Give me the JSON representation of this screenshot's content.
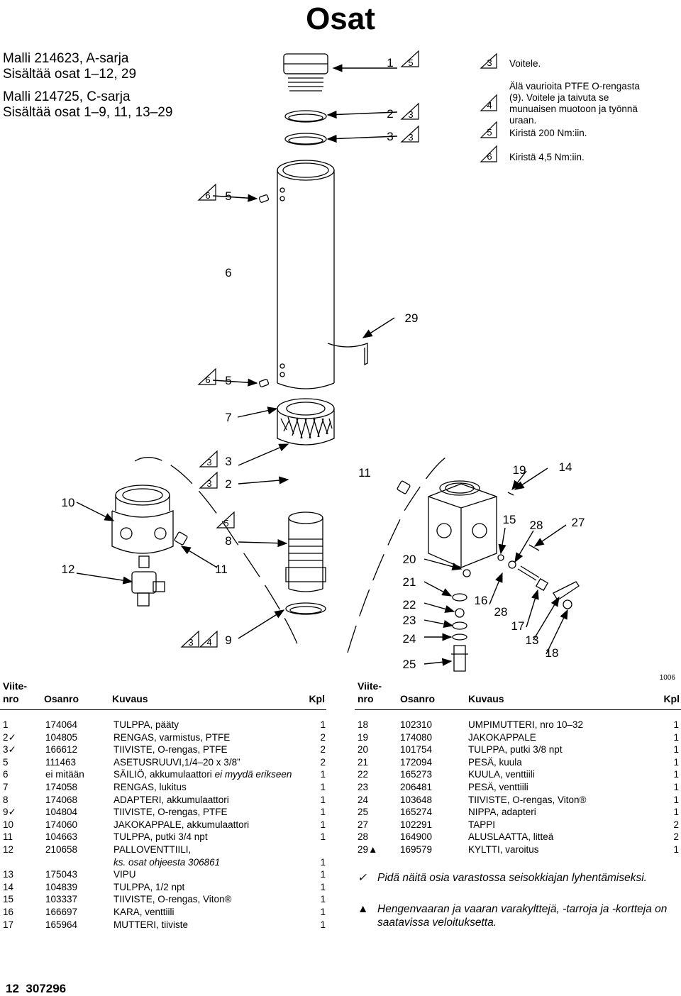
{
  "page_title": "Osat",
  "models": [
    {
      "name": "Malli 214623, A-sarja",
      "contents": "Sisältää osat 1–12, 29"
    },
    {
      "name": "Malli 214725, C-sarja",
      "contents": "Sisältää osat 1–9, 11, 13–29"
    }
  ],
  "notes": [
    {
      "num": "3",
      "text": "Voitele."
    },
    {
      "num": "4",
      "text": "Älä vaurioita PTFE O-rengasta (9). Voitele ja taivuta se munuaisen muotoon ja työnnä uraan."
    },
    {
      "num": "5",
      "text": "Kiristä 200 Nm:iin."
    },
    {
      "num": "6",
      "text": "Kiristä 4,5 Nm:iin."
    }
  ],
  "callouts": {
    "c1": "1",
    "c2": "2",
    "c3": "3",
    "c5": "5",
    "c6": "6",
    "c29": "29",
    "c7": "7",
    "c10": "10",
    "c12": "12",
    "c11": "11",
    "c8": "8",
    "c9": "9",
    "c19": "19",
    "c14": "14",
    "c15": "15",
    "c28": "28",
    "c27": "27",
    "c20": "20",
    "c21": "21",
    "c22": "22",
    "c23": "23",
    "c24": "24",
    "c25": "25",
    "c16": "16",
    "c17": "17",
    "c13": "13",
    "c18": "18",
    "c4": "4"
  },
  "figure_id": "1006",
  "table_headers": {
    "ref_line1": "Viite-",
    "ref_line2": "nro",
    "part": "Osanro",
    "desc": "Kuvaus",
    "qty": "Kpl"
  },
  "left_rows": [
    {
      "ref": "1",
      "part": "174064",
      "desc": "TULPPA, pääty",
      "qty": "1"
    },
    {
      "ref": "2✓",
      "part": "104805",
      "desc": "RENGAS, varmistus, PTFE",
      "qty": "2"
    },
    {
      "ref": "3✓",
      "part": "166612",
      "desc": "TIIVISTE, O-rengas, PTFE",
      "qty": "2"
    },
    {
      "ref": "5",
      "part": "111463",
      "desc": "ASETUSRUUVI,1/4–20 x 3/8”",
      "qty": "2"
    },
    {
      "ref": "6",
      "part": "ei mitään",
      "desc": "SÄILIÖ, akkumulaattori",
      "desc_italic": "ei myydä erikseen",
      "qty": "1"
    },
    {
      "ref": "7",
      "part": "174058",
      "desc": "RENGAS, lukitus",
      "qty": "1"
    },
    {
      "ref": "8",
      "part": "174068",
      "desc": "ADAPTERI, akkumulaattori",
      "qty": "1"
    },
    {
      "ref": "9✓",
      "part": "104804",
      "desc": "TIIVISTE, O-rengas, PTFE",
      "qty": "1"
    },
    {
      "ref": "10",
      "part": "174060",
      "desc": "JAKOKAPPALE, akkumulaattori",
      "qty": "1"
    },
    {
      "ref": "11",
      "part": "104663",
      "desc": "TULPPA, putki 3/4 npt",
      "qty": "1"
    },
    {
      "ref": "12",
      "part": "210658",
      "desc": "PALLOVENTTIILI,",
      "qty": ""
    },
    {
      "ref": "",
      "part": "",
      "desc": "",
      "desc_italic": "ks. osat ohjeesta 306861",
      "qty": "1"
    },
    {
      "ref": "13",
      "part": "175043",
      "desc": "VIPU",
      "qty": "1"
    },
    {
      "ref": "14",
      "part": "104839",
      "desc": "TULPPA, 1/2 npt",
      "qty": "1"
    },
    {
      "ref": "15",
      "part": "103337",
      "desc": "TIIVISTE, O-rengas, Viton®",
      "qty": "1"
    },
    {
      "ref": "16",
      "part": "166697",
      "desc": "KARA, venttiili",
      "qty": "1"
    },
    {
      "ref": "17",
      "part": "165964",
      "desc": "MUTTERI, tiiviste",
      "qty": "1"
    }
  ],
  "right_rows": [
    {
      "ref": "18",
      "part": "102310",
      "desc": "UMPIMUTTERI, nro 10–32",
      "qty": "1"
    },
    {
      "ref": "19",
      "part": "174080",
      "desc": "JAKOKAPPALE",
      "qty": "1"
    },
    {
      "ref": "20",
      "part": "101754",
      "desc": "TULPPA, putki 3/8 npt",
      "qty": "1"
    },
    {
      "ref": "21",
      "part": "172094",
      "desc": "PESÄ, kuula",
      "qty": "1"
    },
    {
      "ref": "22",
      "part": "165273",
      "desc": "KUULA, venttiili",
      "qty": "1"
    },
    {
      "ref": "23",
      "part": "206481",
      "desc": "PESÄ, venttiili",
      "qty": "1"
    },
    {
      "ref": "24",
      "part": "103648",
      "desc": "TIIVISTE, O-rengas, Viton®",
      "qty": "1"
    },
    {
      "ref": "25",
      "part": "165274",
      "desc": "NIPPA, adapteri",
      "qty": "1"
    },
    {
      "ref": "27",
      "part": "102291",
      "desc": "TAPPI",
      "qty": "2"
    },
    {
      "ref": "28",
      "part": "164900",
      "desc": "ALUSLAATTA, litteä",
      "qty": "2"
    },
    {
      "ref": "29▲",
      "part": "169579",
      "desc": "KYLTTI, varoitus",
      "qty": "1"
    }
  ],
  "legend": [
    {
      "symbol": "✓",
      "text": "Pidä näitä osia varastossa seisokkiajan lyhentämiseksi."
    },
    {
      "symbol": "▲",
      "text": "Hengenvaaran ja vaaran varakylttejä, -tarroja ja -kortteja on saatavissa veloituksetta."
    }
  ],
  "footer": {
    "page": "12",
    "doc": "307296"
  }
}
